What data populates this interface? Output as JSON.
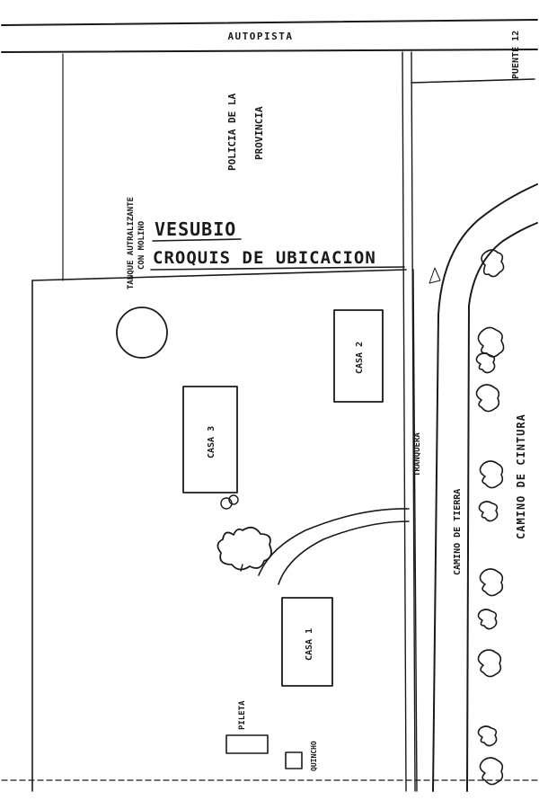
{
  "map": {
    "title": "VESUBIO",
    "subtitle": "CROQUIS DE UBICACION",
    "labels": {
      "autopista": "AUTOPISTA",
      "puente": "PUENTE 12",
      "policia_line1": "POLICIA DE LA",
      "policia_line2": "PROVINCIA",
      "tanque_line1": "TANQUE AUTRALIZANTE",
      "tanque_line2": "CON MOLINO",
      "casa1": "CASA 1",
      "casa2": "CASA 2",
      "casa3": "CASA 3",
      "tranquera": "TRANQUERA",
      "camino_tierra": "CAMINO DE TIERRA",
      "camino_cintura": "CAMINO DE CINTURA",
      "pileta": "PILETA",
      "quincho": "QUINCHO"
    },
    "colors": {
      "ink": "#1a1a1a",
      "paper": "#ffffff"
    }
  }
}
